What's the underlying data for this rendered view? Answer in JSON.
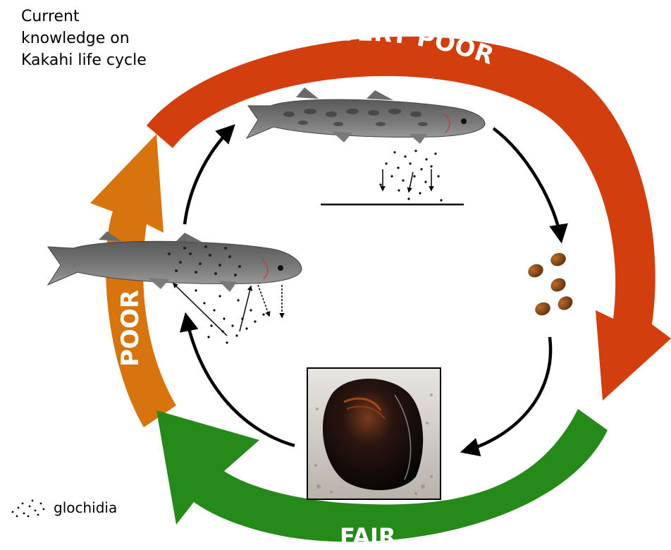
{
  "title": {
    "lines": [
      "Current",
      "knowledge on",
      "Kakahi life cycle"
    ]
  },
  "legend": {
    "symbol": "glochidia-dots-icon",
    "label": "glochidia"
  },
  "stages": {
    "very_poor": {
      "label": "VERY POOR",
      "color": "#d23e0e"
    },
    "poor": {
      "label": "POOR",
      "color": "#d8740e"
    },
    "fair": {
      "label": "FAIR",
      "color": "#268a1a"
    }
  },
  "cycle": {
    "steps": [
      "fish-host-adult",
      "glochidia-released-onto-substrate",
      "juvenile-mussels",
      "adult-mussel",
      "glochidia-attach-to-fish"
    ]
  }
}
